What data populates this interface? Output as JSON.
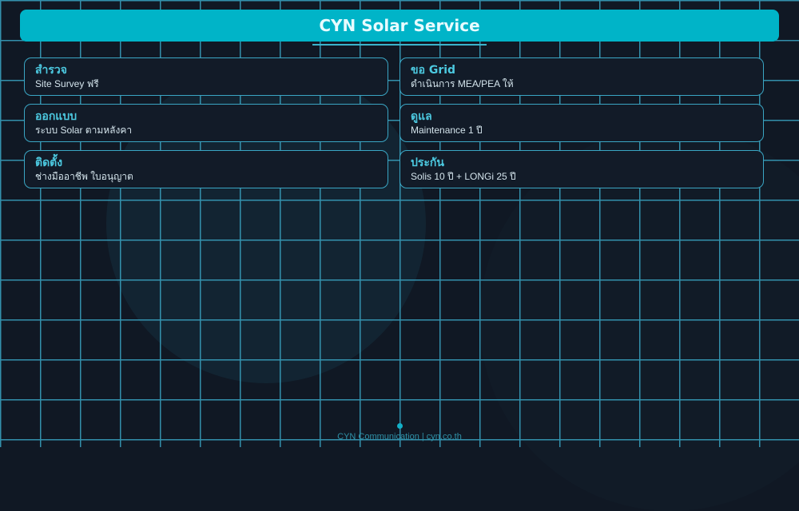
{
  "header": {
    "title": "CYN Solar Service"
  },
  "colors": {
    "background": "#101824",
    "grid_line": "#3aa6c4",
    "header_bg": "#00b4c8",
    "card_title": "#4cc9e0"
  },
  "cards": [
    {
      "title": "สำรวจ",
      "desc": "Site Survey ฟรี"
    },
    {
      "title": "ขอ Grid",
      "desc": "ดำเนินการ MEA/PEA ให้"
    },
    {
      "title": "ออกแบบ",
      "desc": "ระบบ Solar ตามหลังคา"
    },
    {
      "title": "ดูแล",
      "desc": "Maintenance 1 ปี"
    },
    {
      "title": "ติดตั้ง",
      "desc": "ช่างมืออาชีพ ใบอนุญาต"
    },
    {
      "title": "ประกัน",
      "desc": "Solis 10 ปี + LONGi 25 ปี"
    }
  ],
  "footer": {
    "text": "CYN Communication | cyn.co.th"
  }
}
